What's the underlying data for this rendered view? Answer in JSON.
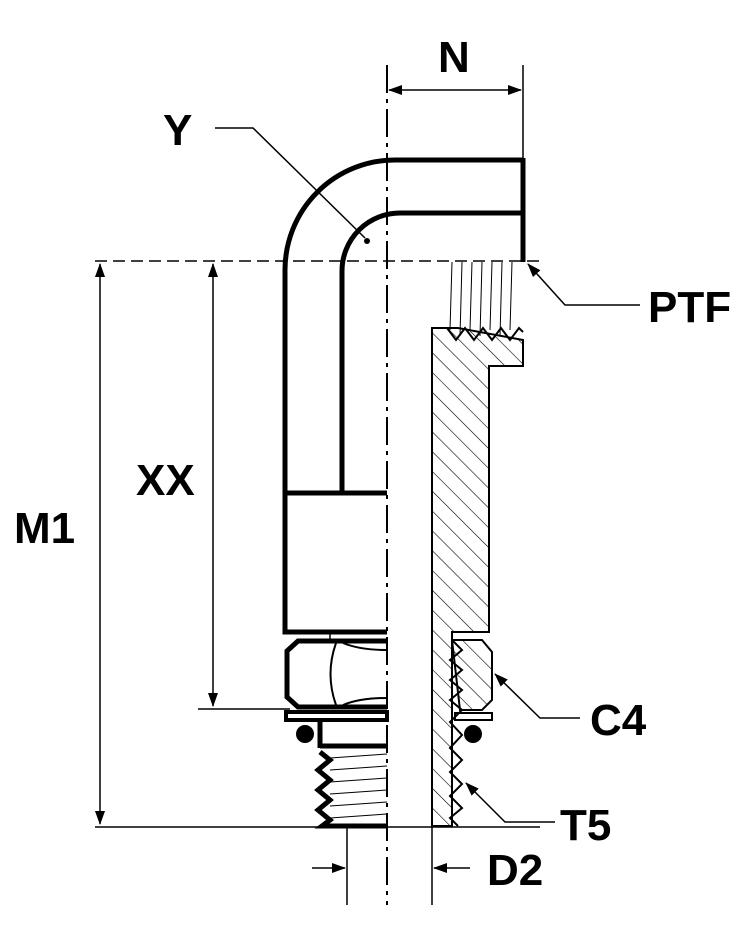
{
  "labels": {
    "n": "N",
    "y": "Y",
    "ptf": "PTF",
    "xx": "XX",
    "m1": "M1",
    "c4": "C4",
    "t5": "T5",
    "d2": "D2"
  }
}
